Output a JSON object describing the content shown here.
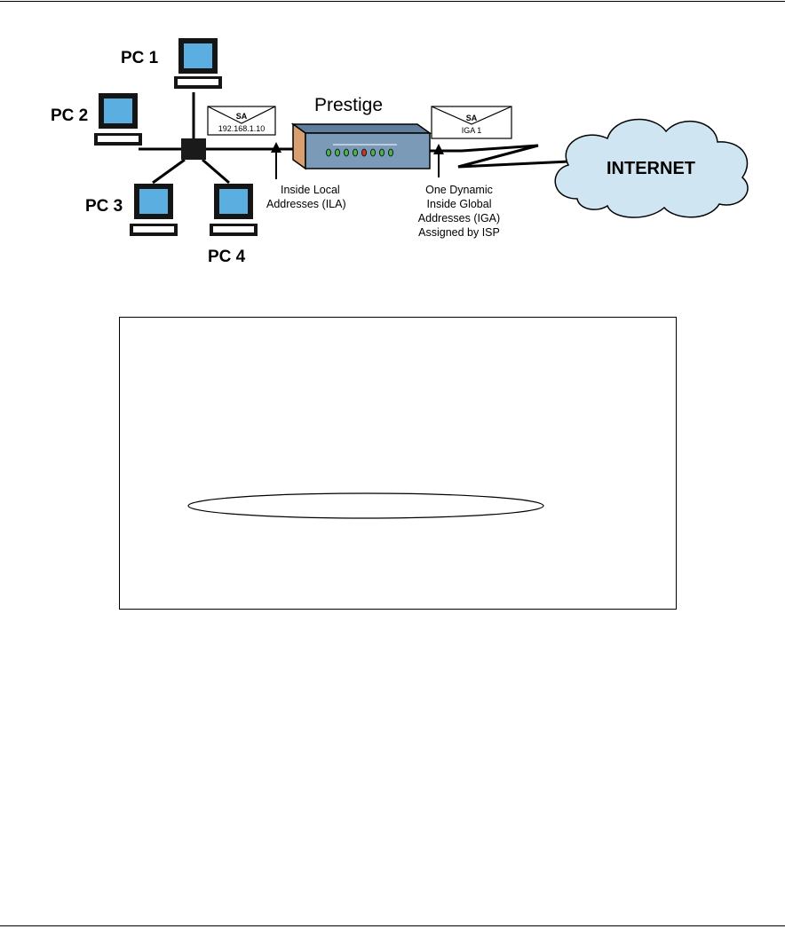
{
  "diagram": {
    "pcs": [
      {
        "label": "PC 1"
      },
      {
        "label": "PC 2"
      },
      {
        "label": "PC 3"
      },
      {
        "label": "PC 4"
      }
    ],
    "router_label": "Prestige",
    "cloud_label": "INTERNET",
    "envelope_left": {
      "top": "SA",
      "bottom": "192.168.1.10"
    },
    "envelope_right": {
      "top": "SA",
      "bottom": "IGA 1"
    },
    "ila_caption": [
      "Inside Local",
      "Addresses (ILA)"
    ],
    "iga_caption": [
      "One Dynamic",
      "Inside Global",
      "Addresses (IGA)",
      "Assigned by ISP"
    ]
  },
  "colors": {
    "screen": "#5aaee0",
    "router_body": "#7a9ab8",
    "router_front": "#d8a070",
    "cloud": "#cfe6f2"
  }
}
